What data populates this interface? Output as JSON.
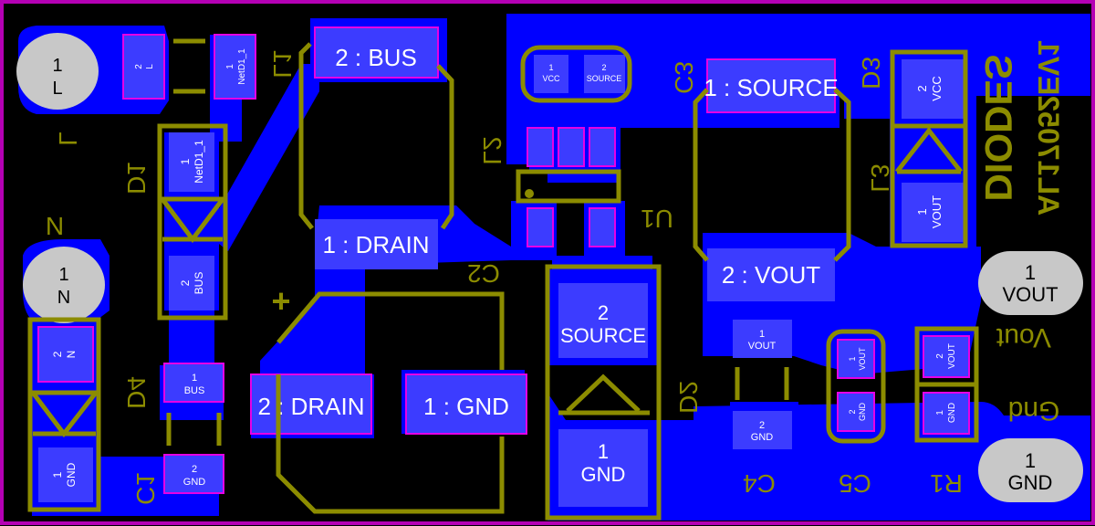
{
  "colors": {
    "background": "#000000",
    "board_outline": "#b400b4",
    "copper": "#0000ff",
    "pad": "#3c3cff",
    "pad_edge": "#e600e6",
    "silkscreen": "#8c8c00",
    "through_hole_pad": "#c8c8c8",
    "pad_text": "#ffffff",
    "hole_text": "#000000"
  },
  "connectors": {
    "l": {
      "num": "1",
      "net": "L"
    },
    "n": {
      "num": "1",
      "net": "N"
    },
    "vout": {
      "num": "1",
      "net": "VOUT"
    },
    "gnd": {
      "num": "1",
      "net": "GND"
    }
  },
  "pads": {
    "l1_2": {
      "num": "2",
      "net": "L"
    },
    "l1_1": {
      "num": "1",
      "net": "NetD1_1"
    },
    "d1_1": {
      "num": "1",
      "net": "NetD1_1"
    },
    "d1_2": {
      "num": "2",
      "net": "BUS"
    },
    "d4_2": {
      "num": "2",
      "net": "N"
    },
    "d4_1": {
      "num": "1",
      "net": "GND"
    },
    "c1_1": {
      "num": "1",
      "net": "BUS"
    },
    "c1_2": {
      "num": "2",
      "net": "GND"
    },
    "l2_bus": "2 : BUS",
    "l2_drain": "1 : DRAIN",
    "c2_drain": "2 : DRAIN",
    "c2_gnd": "1 : GND",
    "c3_1": {
      "num": "1",
      "net": "VCC"
    },
    "c3_2": {
      "num": "2",
      "net": "SOURCE"
    },
    "d2_2": {
      "num": "2",
      "net": "SOURCE"
    },
    "d2_1": {
      "num": "1",
      "net": "GND"
    },
    "l3_source": "1 : SOURCE",
    "l3_vout": "2 : VOUT",
    "d3_2": {
      "num": "2",
      "net": "VCC"
    },
    "d3_1": {
      "num": "1",
      "net": "VOUT"
    },
    "c4_1": {
      "num": "1",
      "net": "VOUT"
    },
    "c4_2": {
      "num": "2",
      "net": "GND"
    },
    "c5_1": {
      "num": "1",
      "net": "VOUT"
    },
    "c5_2": {
      "num": "2",
      "net": "GND"
    },
    "r1_2": {
      "num": "2",
      "net": "VOUT"
    },
    "r1_1": {
      "num": "1",
      "net": "GND"
    }
  },
  "designators": {
    "l1": "L1",
    "d1": "D1",
    "d4": "D4",
    "c1": "C1",
    "c2": "C2",
    "c3": "C3",
    "l2": "L2",
    "u1": "U1",
    "d2": "D2",
    "d3": "D3",
    "l3": "L3",
    "c4": "C4",
    "c5": "C5",
    "r1": "R1"
  },
  "silk_labels": {
    "l": "L",
    "n": "N",
    "vout": "Vout",
    "gnd": "Gnd",
    "plus": "+",
    "brand_line1": "DIODES",
    "brand_line2": "AL17052EV1"
  }
}
